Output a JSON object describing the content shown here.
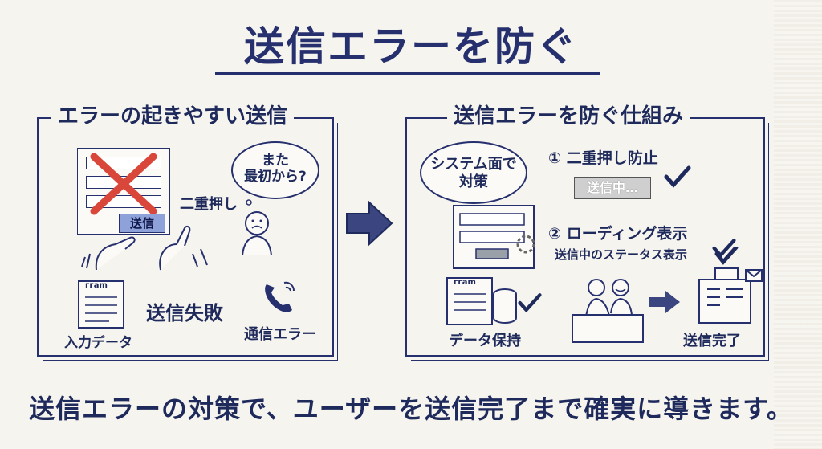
{
  "title": "送信エラーを防ぐ",
  "left_panel": {
    "heading": "エラーの起きやすい送信",
    "send_button": "送信",
    "double_press": "二重押し",
    "thought_line1": "また",
    "thought_line2": "最初から?",
    "input_data": "入力データ",
    "input_doc": "ᴦᴦam",
    "send_fail": "送信失敗",
    "network_error": "通信エラー"
  },
  "right_panel": {
    "heading": "送信エラーを防ぐ仕組み",
    "speech_line1": "システム面で",
    "speech_line2": "対策",
    "item1": "① 二重押し防止",
    "sending": "送信中…",
    "item2": "② ローディング表示",
    "item2_sub": "送信中のステータス表示",
    "doc_label": "ᴦᴦam",
    "data_keep": "データ保持",
    "complete": "送信完了"
  },
  "footer": "送信エラーの対策で、ユーザーを送信完了まで確実に導きます。",
  "colors": {
    "ink": "#1f2a5c",
    "red_x": "#d9463a",
    "button_blue": "#8ea1d8",
    "paper": "#f6f4ee"
  }
}
